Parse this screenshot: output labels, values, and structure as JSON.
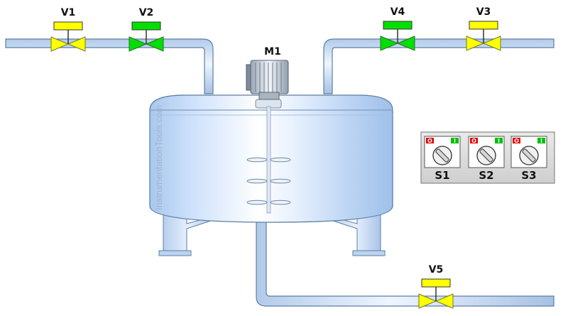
{
  "motor": {
    "label": "M1"
  },
  "valves": [
    {
      "id": "v1",
      "label": "V1",
      "state": "closed",
      "color": "#ffff00"
    },
    {
      "id": "v2",
      "label": "V2",
      "state": "open",
      "color": "#00e000"
    },
    {
      "id": "v4",
      "label": "V4",
      "state": "open",
      "color": "#00e000"
    },
    {
      "id": "v3",
      "label": "V3",
      "state": "closed",
      "color": "#ffff00"
    },
    {
      "id": "v5",
      "label": "V5",
      "state": "closed",
      "color": "#ffff00"
    }
  ],
  "switches": [
    {
      "id": "s1",
      "label": "S1",
      "off_tag": "O",
      "on_tag": "I"
    },
    {
      "id": "s2",
      "label": "S2",
      "off_tag": "O",
      "on_tag": "I"
    },
    {
      "id": "s3",
      "label": "S3",
      "off_tag": "O",
      "on_tag": "I"
    }
  ],
  "watermark": "InstrumentationTools.com",
  "colors": {
    "pipe": "#c9dcf5",
    "pipe_edge": "#5d7ea3",
    "valve_closed": "#ffff00",
    "valve_open": "#00e000",
    "switch_off": "#e00000",
    "switch_on": "#00c000"
  }
}
